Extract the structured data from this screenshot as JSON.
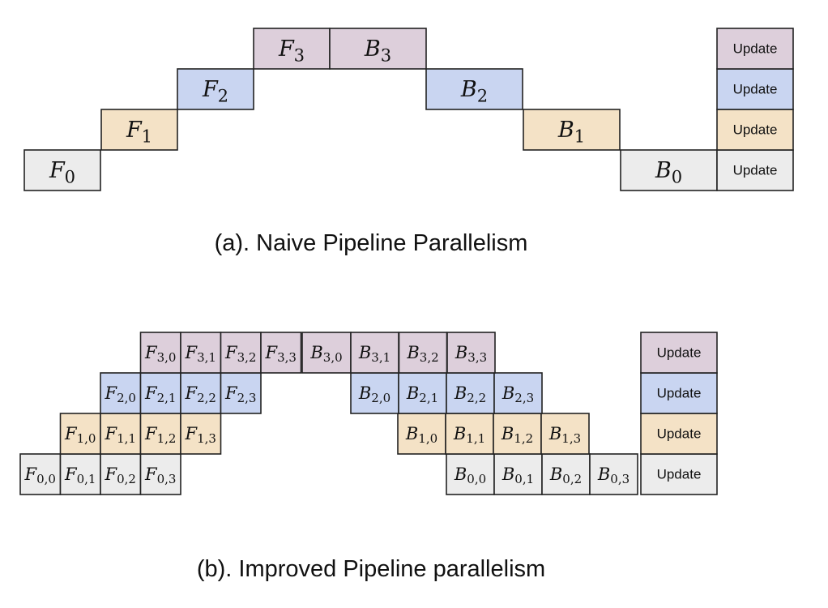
{
  "colors": {
    "stage0": "#ececec",
    "stage1": "#f4e2c6",
    "stage2": "#c9d5f1",
    "stage3": "#ddcfdb",
    "border": "#222222"
  },
  "update_label": "Update",
  "naive": {
    "caption": "(a). Naive Pipeline Parallelism",
    "forward": [
      {
        "base": "F",
        "sub": "0",
        "stage": 0
      },
      {
        "base": "F",
        "sub": "1",
        "stage": 1
      },
      {
        "base": "F",
        "sub": "2",
        "stage": 2
      },
      {
        "base": "F",
        "sub": "3",
        "stage": 3
      }
    ],
    "backward": [
      {
        "base": "B",
        "sub": "3",
        "stage": 3
      },
      {
        "base": "B",
        "sub": "2",
        "stage": 2
      },
      {
        "base": "B",
        "sub": "1",
        "stage": 1
      },
      {
        "base": "B",
        "sub": "0",
        "stage": 0
      }
    ]
  },
  "improved": {
    "caption": "(b). Improved Pipeline parallelism",
    "stage_count": 4,
    "microbatch_count": 4
  }
}
